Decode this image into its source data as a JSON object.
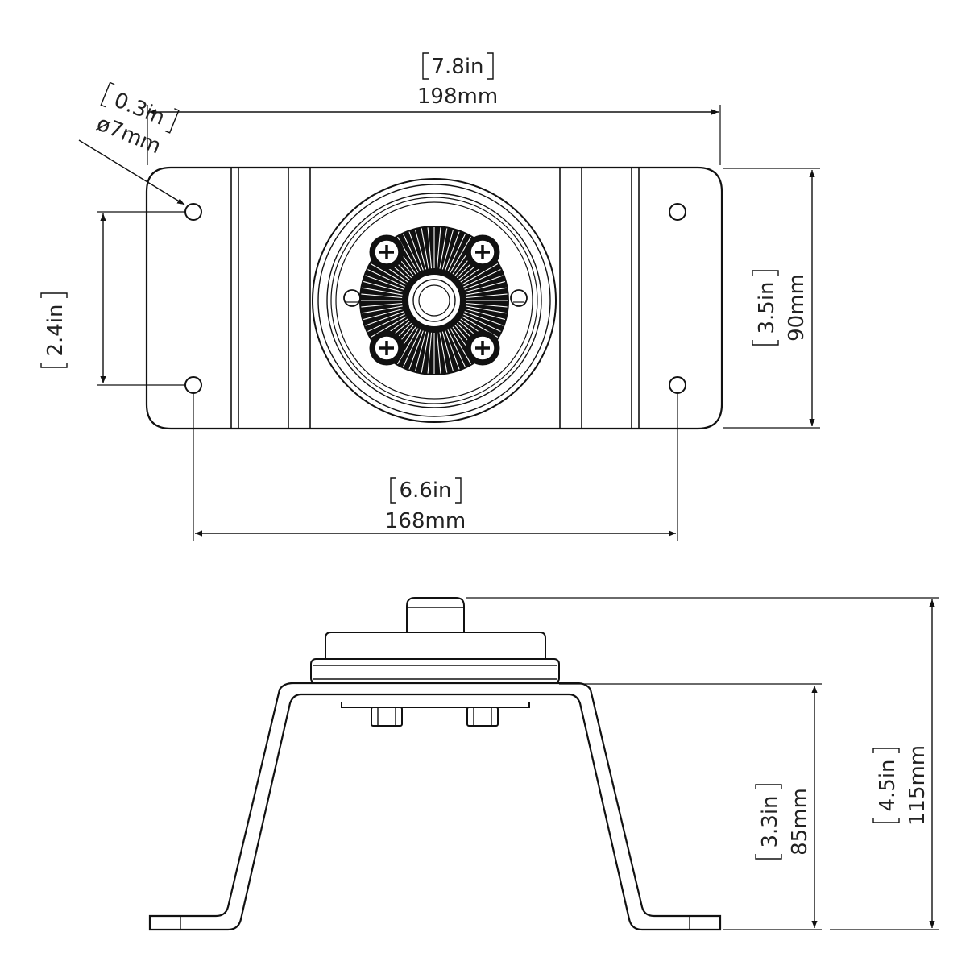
{
  "dimensions": {
    "overall_width": {
      "in": "7.8in",
      "mm": "198mm"
    },
    "hole_diameter": {
      "in": "0.3in",
      "mm": "ø7mm"
    },
    "hole_vertical_spacing": {
      "in": "2.4in"
    },
    "plate_height": {
      "in": "3.5in",
      "mm": "90mm"
    },
    "hole_horizontal_spacing": {
      "in": "6.6in",
      "mm": "168mm"
    },
    "base_height": {
      "in": "3.3in",
      "mm": "85mm"
    },
    "overall_height": {
      "in": "4.5in",
      "mm": "115mm"
    }
  }
}
